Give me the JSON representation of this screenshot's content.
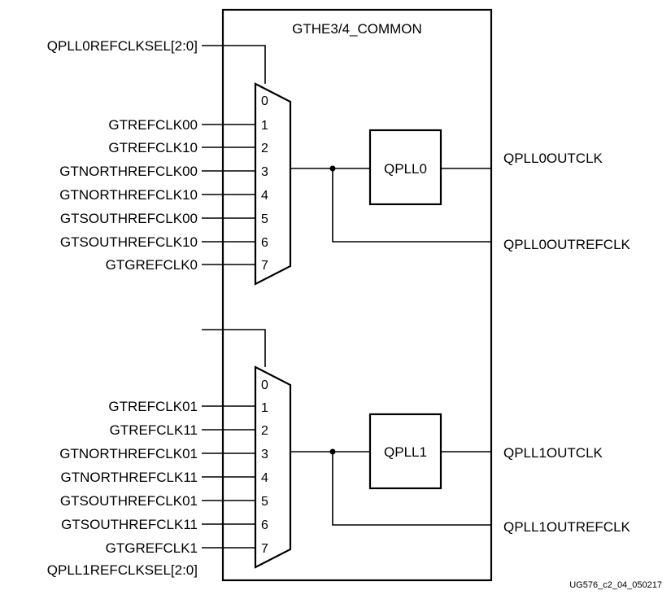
{
  "diagram": {
    "block_title": "GTHE3/4_COMMON",
    "figure_id": "UG576_c2_04_050217",
    "pll0": {
      "sel": "QPLL0REFCLKSEL[2:0]",
      "inputs": [
        "GTREFCLK00",
        "GTREFCLK10",
        "GTNORTHREFCLK00",
        "GTNORTHREFCLK10",
        "GTSOUTHREFCLK00",
        "GTSOUTHREFCLK10",
        "GTGREFCLK0"
      ],
      "pins": [
        "0",
        "1",
        "2",
        "3",
        "4",
        "5",
        "6",
        "7"
      ],
      "block": "QPLL0",
      "outclk": "QPLL0OUTCLK",
      "outrefclk": "QPLL0OUTREFCLK"
    },
    "pll1": {
      "sel": "QPLL1REFCLKSEL[2:0]",
      "inputs": [
        "GTREFCLK01",
        "GTREFCLK11",
        "GTNORTHREFCLK01",
        "GTNORTHREFCLK11",
        "GTSOUTHREFCLK01",
        "GTSOUTHREFCLK11",
        "GTGREFCLK1"
      ],
      "pins": [
        "0",
        "1",
        "2",
        "3",
        "4",
        "5",
        "6",
        "7"
      ],
      "block": "QPLL1",
      "outclk": "QPLL1OUTCLK",
      "outrefclk": "QPLL1OUTREFCLK"
    }
  }
}
